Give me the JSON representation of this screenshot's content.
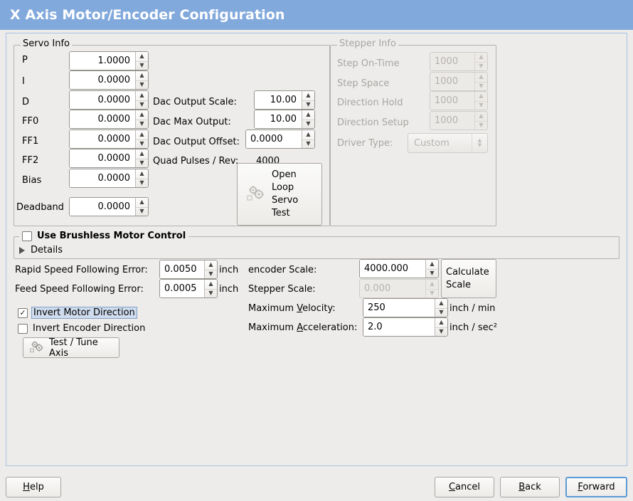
{
  "window": {
    "title": "X Axis Motor/Encoder Configuration",
    "title_bar_color": "#82a9dc",
    "background_color": "#edeceb"
  },
  "servo_info": {
    "legend": "Servo Info",
    "fields": [
      {
        "label": "P",
        "value": "1.0000"
      },
      {
        "label": "I",
        "value": "0.0000"
      },
      {
        "label": "D",
        "value": "0.0000"
      },
      {
        "label": "FF0",
        "value": "0.0000"
      },
      {
        "label": "FF1",
        "value": "0.0000"
      },
      {
        "label": "FF2",
        "value": "0.0000"
      },
      {
        "label": "Bias",
        "value": "0.0000"
      },
      {
        "label": "Deadband",
        "value": "0.0000"
      }
    ],
    "dac": {
      "output_scale_label": "Dac Output Scale:",
      "output_scale_value": "10.00",
      "max_output_label": "Dac Max Output:",
      "max_output_value": "10.00",
      "output_offset_label": "Dac Output Offset:",
      "output_offset_value": "0.0000",
      "quad_pulses_label": "Quad Pulses / Rev:",
      "quad_pulses_value": "4000"
    },
    "open_loop_button": {
      "line1": "Open",
      "line2": "Loop",
      "line3": "Servo",
      "line4": "Test",
      "icon": "gears-icon"
    }
  },
  "stepper_info": {
    "legend": "Stepper Info",
    "enabled": false,
    "fields": [
      {
        "label": "Step On-Time",
        "value": "1000"
      },
      {
        "label": "Step Space",
        "value": "1000"
      },
      {
        "label": "Direction Hold",
        "value": "1000"
      },
      {
        "label": "Direction Setup",
        "value": "1000"
      }
    ],
    "driver_type": {
      "label": "Driver Type:",
      "value": "Custom"
    }
  },
  "brushless": {
    "legend": "Use Brushless Motor Control",
    "checked": false,
    "details_label": "Details",
    "details_expanded": false
  },
  "following_error": {
    "rapid_label": "Rapid Speed Following Error:",
    "rapid_value": "0.0050",
    "rapid_units": "inch",
    "feed_label": "Feed Speed Following Error:",
    "feed_value": "0.0005",
    "feed_units": "inch"
  },
  "direction": {
    "invert_motor_label": "Invert Motor Direction",
    "invert_motor_checked": true,
    "invert_motor_focused": true,
    "invert_encoder_label": "Invert Encoder Direction",
    "invert_encoder_checked": false
  },
  "test_tune_button": {
    "label": "Test / Tune Axis",
    "icon": "gears-icon"
  },
  "scales": {
    "encoder_scale_label": "encoder Scale:",
    "encoder_scale_value": "4000.000",
    "stepper_scale_label": "Stepper Scale:",
    "stepper_scale_value": "0.000",
    "stepper_scale_enabled": false,
    "calculate_button_line1": "Calculate",
    "calculate_button_line2": "Scale",
    "max_velocity_label_pre": "Maximum ",
    "max_velocity_label_mn": "V",
    "max_velocity_label_post": "elocity:",
    "max_velocity_value": "250",
    "max_velocity_units": "inch / min",
    "max_accel_label_pre": "Maximum ",
    "max_accel_label_mn": "A",
    "max_accel_label_post": "cceleration:",
    "max_accel_value": "2.0",
    "max_accel_units": "inch / sec²"
  },
  "actions": {
    "help_pre": "",
    "help_mn": "H",
    "help_post": "elp",
    "cancel_mn": "C",
    "cancel_post": "ancel",
    "back_mn": "B",
    "back_post": "ack",
    "forward_mn": "F",
    "forward_post": "orward",
    "forward_focused": true
  }
}
